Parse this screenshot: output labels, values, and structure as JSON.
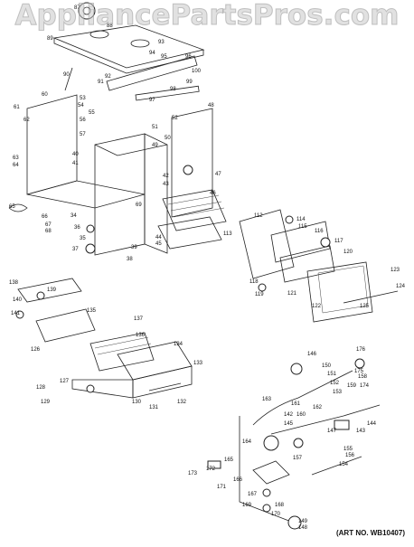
{
  "watermark": "AppliancePartsPros.com",
  "art_number": "(ART NO. WB10407)",
  "colors": {
    "ink": "#111111",
    "watermark": "#c8c8c8",
    "background": "#ffffff"
  },
  "callouts": [
    "87",
    "88",
    "89",
    "90",
    "91",
    "92",
    "93",
    "94",
    "95",
    "96",
    "97",
    "98",
    "99",
    "100",
    "60",
    "61",
    "62",
    "63",
    "64",
    "65",
    "66",
    "67",
    "68",
    "69",
    "50",
    "51",
    "52",
    "53",
    "54",
    "55",
    "56",
    "57",
    "34",
    "35",
    "36",
    "37",
    "38",
    "39",
    "40",
    "41",
    "42",
    "43",
    "44",
    "45",
    "46",
    "47",
    "48",
    "49",
    "112",
    "113",
    "114",
    "115",
    "116",
    "117",
    "118",
    "119",
    "120",
    "121",
    "122",
    "123",
    "124",
    "125",
    "126",
    "127",
    "128",
    "129",
    "130",
    "131",
    "132",
    "133",
    "134",
    "135",
    "136",
    "137",
    "138",
    "139",
    "140",
    "141",
    "142",
    "143",
    "144",
    "145",
    "146",
    "147",
    "148",
    "149",
    "150",
    "151",
    "152",
    "153",
    "154",
    "155",
    "156",
    "157",
    "158",
    "159",
    "160",
    "161",
    "162",
    "163",
    "164",
    "165",
    "166",
    "167",
    "168",
    "169",
    "170",
    "171",
    "172",
    "173",
    "174",
    "175",
    "176"
  ]
}
